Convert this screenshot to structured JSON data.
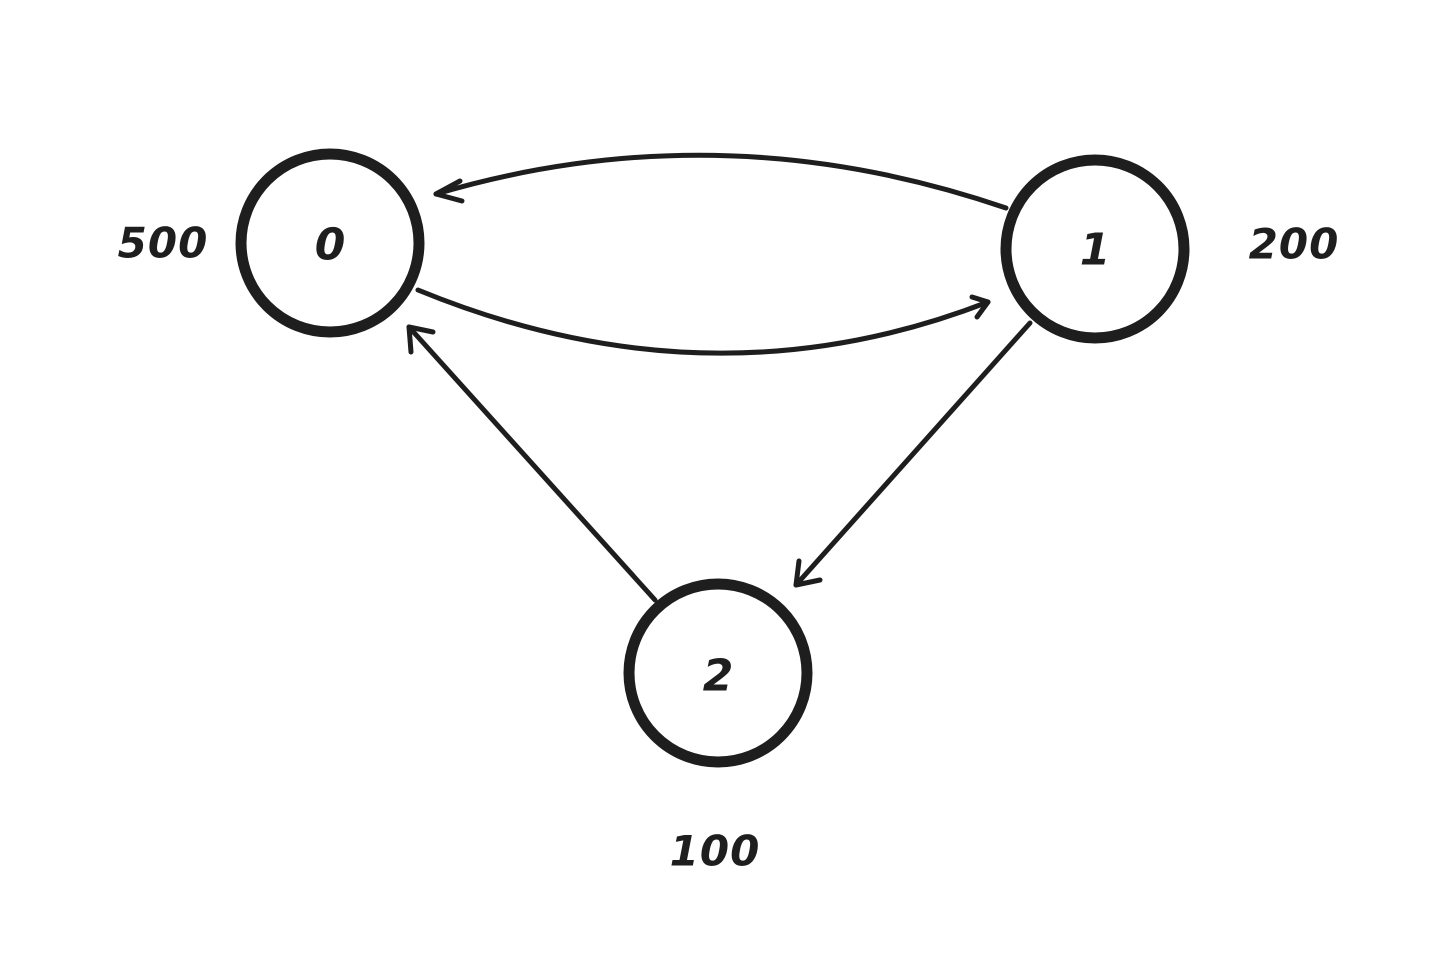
{
  "colors": {
    "ink": "#1e1e1e",
    "background": "#ffffff"
  },
  "nodes": [
    {
      "id": "0",
      "label": "0",
      "value": "500"
    },
    {
      "id": "1",
      "label": "1",
      "value": "200"
    },
    {
      "id": "2",
      "label": "2",
      "value": "100"
    }
  ],
  "edges": [
    {
      "from": "1",
      "to": "0"
    },
    {
      "from": "0",
      "to": "1"
    },
    {
      "from": "1",
      "to": "2"
    },
    {
      "from": "2",
      "to": "0"
    }
  ]
}
